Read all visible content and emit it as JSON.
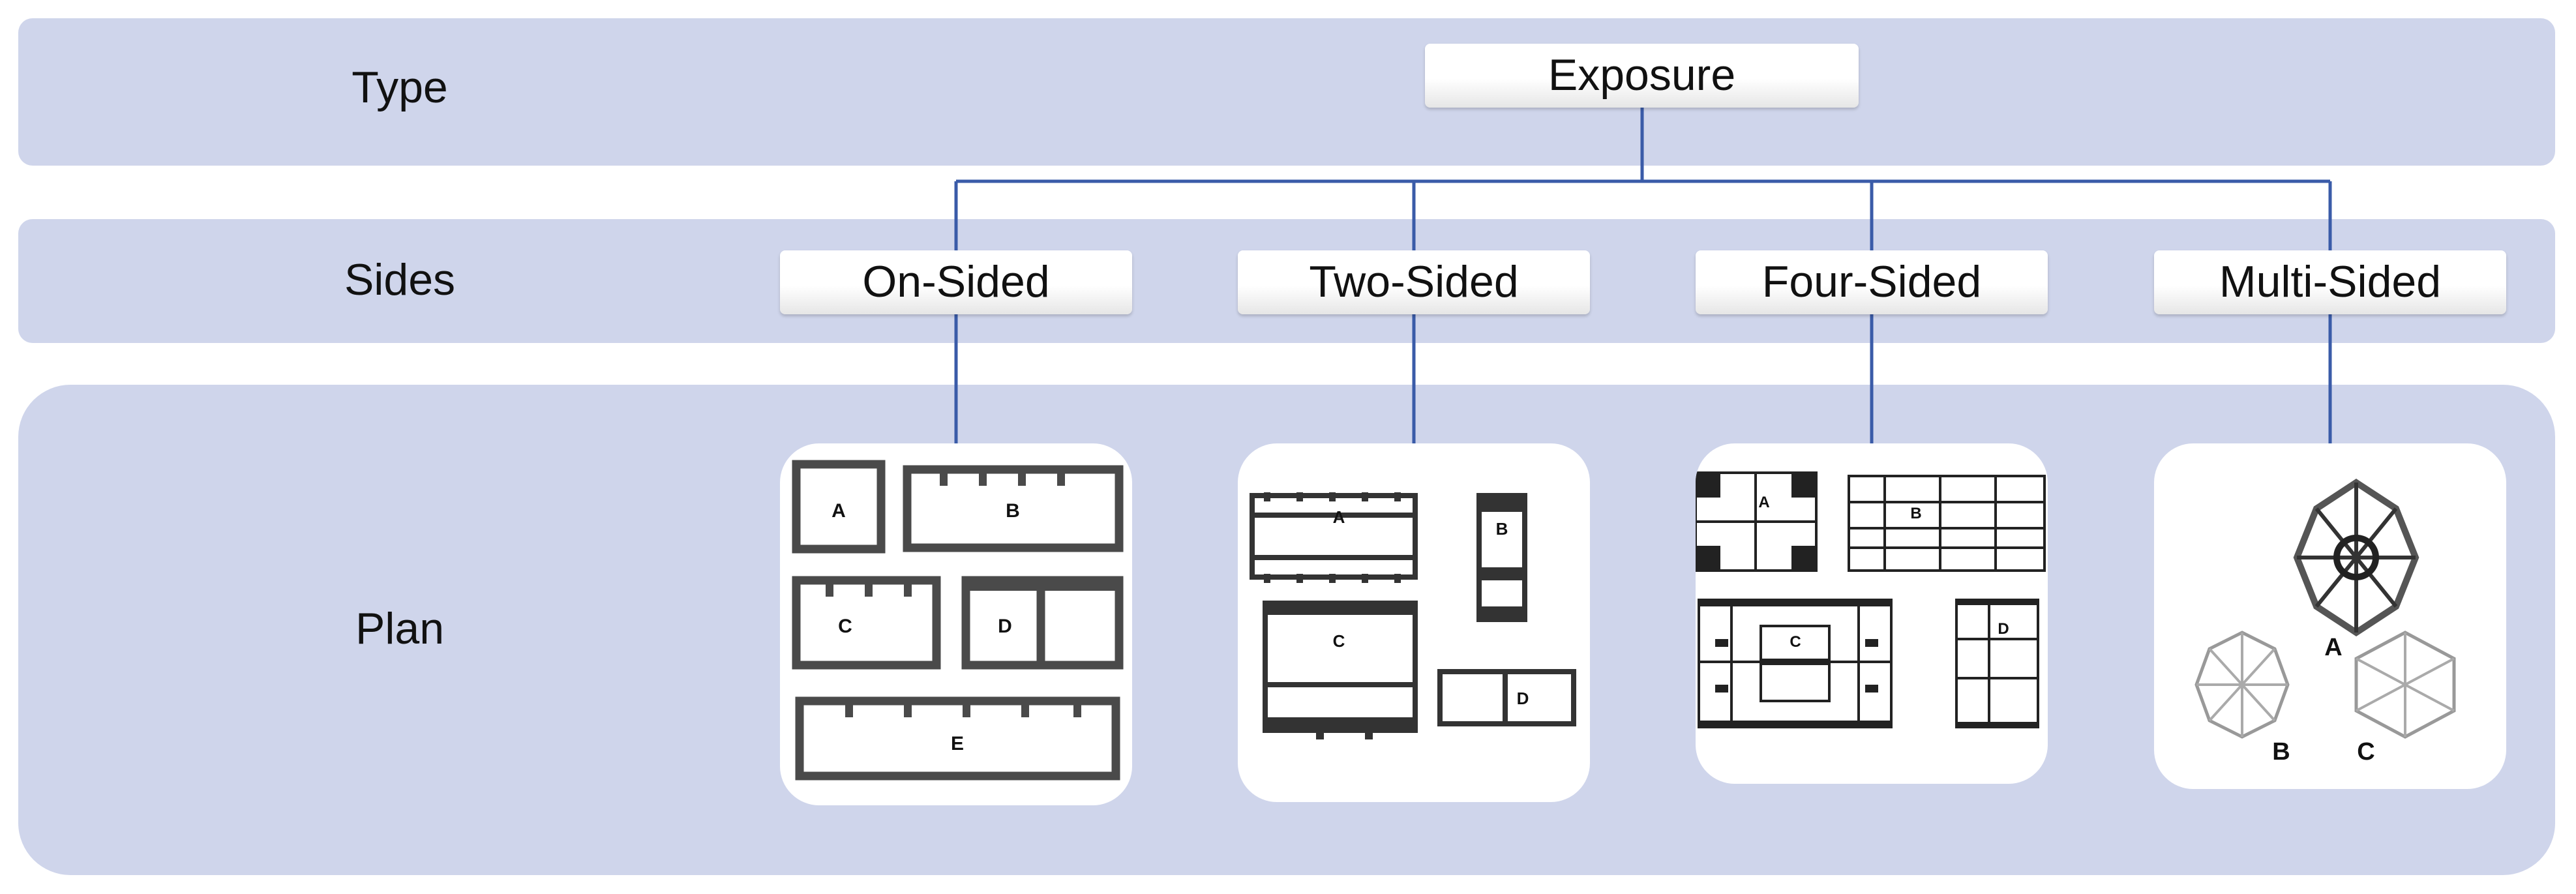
{
  "rows": {
    "type": "Type",
    "sides": "Sides",
    "plan": "Plan"
  },
  "root": "Exposure",
  "sides": [
    "On-Sided",
    "Two-Sided",
    "Four-Sided",
    "Multi-Sided"
  ],
  "plans": {
    "on_sided": [
      "A",
      "B",
      "C",
      "D",
      "E"
    ],
    "two_sided": [
      "A",
      "B",
      "C",
      "D"
    ],
    "four_sided": [
      "A",
      "B",
      "C",
      "D"
    ],
    "multi_sided": [
      "A",
      "B",
      "C"
    ]
  },
  "colors": {
    "band": "#cfd5eb",
    "connector": "#3a5ba8"
  }
}
